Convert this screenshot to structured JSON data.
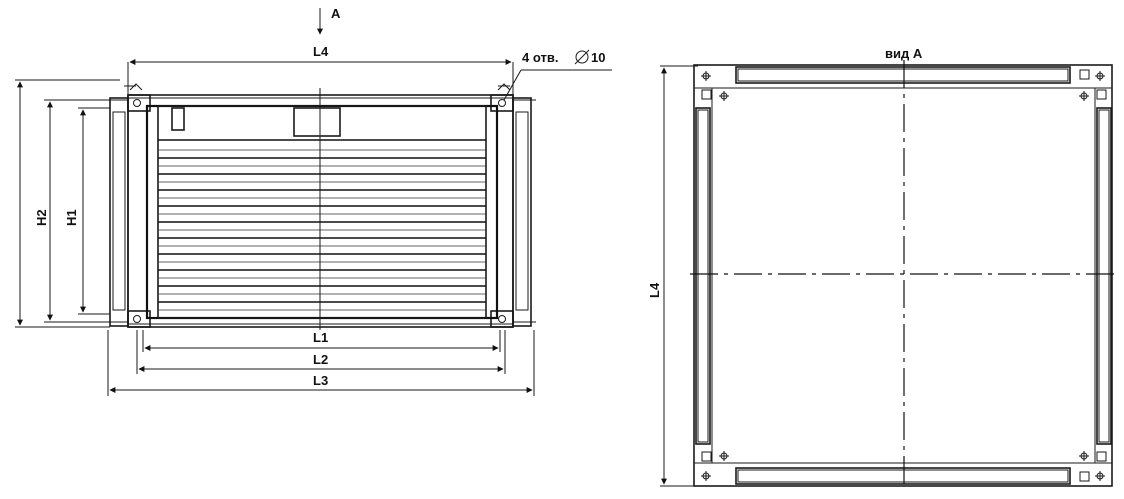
{
  "labels": {
    "view_arrow": "A",
    "l4_front": "L4",
    "holes": "4 отв.",
    "hole_dia": "10",
    "h2": "H2",
    "h1": "H1",
    "l1": "L1",
    "l2": "L2",
    "l3": "L3",
    "view_title": "вид А",
    "l4_side": "L4"
  }
}
